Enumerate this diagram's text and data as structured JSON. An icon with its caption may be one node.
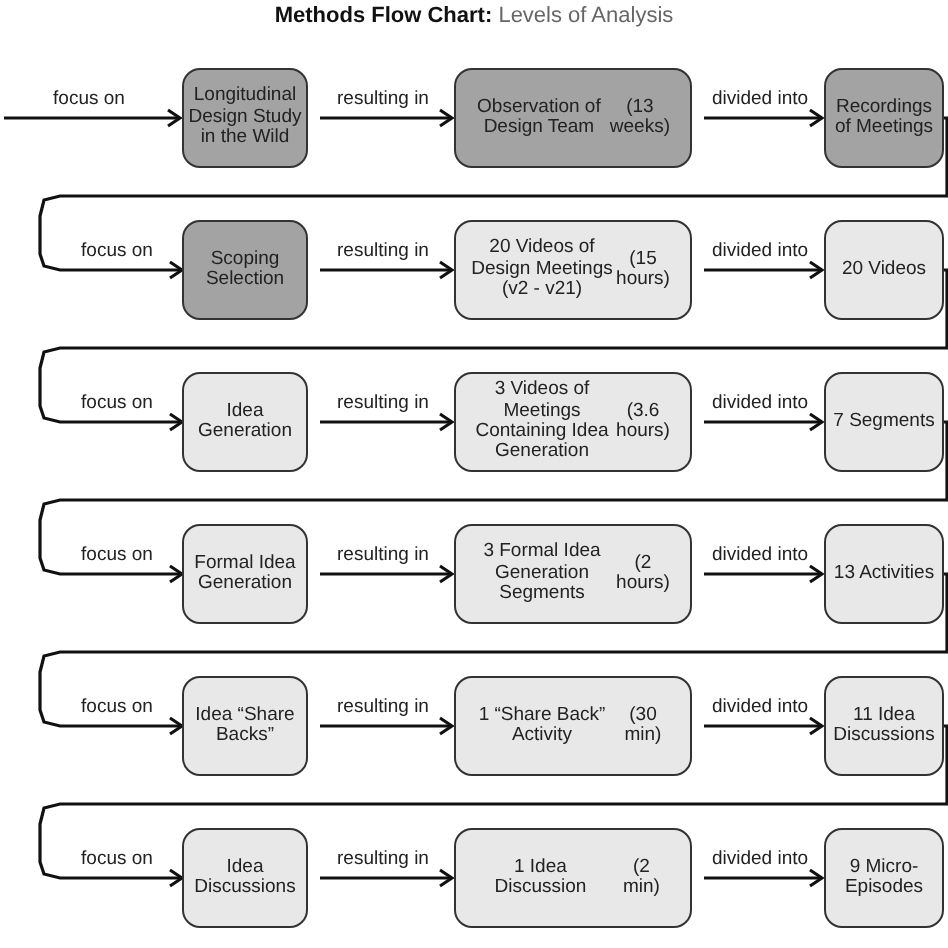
{
  "diagram": {
    "title": "**Methods Flow Chart:** Levels of Analysis",
    "nodes": [
      {
        "text": [
          "Longitudinal Design Study in the Wild"
        ]
      },
      {
        "text": [
          "Observation of Design Team",
          "(13 weeks)"
        ]
      },
      {
        "text": [
          "Recordings of Meetings"
        ]
      },
      {
        "text": [
          "Scoping Selection"
        ]
      },
      {
        "text": [
          "20 Videos of Design Meetings (v2 - v21)",
          "(15 hours)"
        ]
      },
      {
        "text": [
          "20 Videos"
        ]
      },
      {
        "text": [
          "Idea Generation"
        ]
      },
      {
        "text": [
          "3 Videos of Meetings Containing Idea Generation",
          "(3.6 hours)"
        ]
      },
      {
        "text": [
          "7 Segments"
        ]
      },
      {
        "text": [
          "Formal Idea Generation"
        ]
      },
      {
        "text": [
          "3 Formal Idea Generation Segments",
          "(2  hours)"
        ]
      },
      {
        "text": [
          "13 Activities"
        ]
      },
      {
        "text": [
          "Idea “Share Backs”"
        ]
      },
      {
        "text": [
          "1 “Share Back” Activity",
          "(30 min)"
        ]
      },
      {
        "text": [
          "11 Idea Discussions"
        ]
      },
      {
        "text": [
          "Idea Discussions"
        ]
      },
      {
        "text": [
          "1 Idea Discussion",
          "(2 min)"
        ]
      },
      {
        "text": [
          "9 Micro-Episodes"
        ]
      }
    ],
    "edges": [
      {
        "from": null,
        "to": 0,
        "arrow": "to",
        "label": "focus on"
      },
      {
        "from": 0,
        "to": 1,
        "arrow": "to",
        "label": "resulting in"
      },
      {
        "from": 1,
        "to": 2,
        "arrow": "to",
        "label": "divided into"
      },
      {
        "from": 2,
        "to": 3,
        "arrow": "to",
        "label": "focus on"
      },
      {
        "from": 3,
        "to": 4,
        "arrow": "to",
        "label": "resulting in"
      },
      {
        "from": 4,
        "to": 5,
        "arrow": "to",
        "label": "divided into"
      },
      {
        "from": 5,
        "to": 6,
        "arrow": "to",
        "label": "focus on"
      },
      {
        "from": 6,
        "to": 7,
        "arrow": "to",
        "label": "resulting in"
      },
      {
        "from": 7,
        "to": 8,
        "arrow": "to",
        "label": "divided into"
      },
      {
        "from": 8,
        "to": 9,
        "arrow": "to",
        "label": "focus on"
      },
      {
        "from": 9,
        "to": 10,
        "arrow": "to",
        "label": "resulting in"
      },
      {
        "from": 10,
        "to": 11,
        "arrow": "to",
        "label": "divided into"
      },
      {
        "from": 11,
        "to": 12,
        "arrow": "to",
        "label": "focus on"
      },
      {
        "from": 12,
        "to": 13,
        "arrow": "to",
        "label": "resulting in"
      },
      {
        "from": 13,
        "to": 14,
        "arrow": "to",
        "label": "divided into"
      },
      {
        "from": 14,
        "to": 15,
        "arrow": "to",
        "label": "focus on"
      },
      {
        "from": 15,
        "to": 16,
        "arrow": "to",
        "label": "resulting in"
      },
      {
        "from": 16,
        "to": 17,
        "arrow": "to",
        "label": "divided into"
      }
    ]
  }
}
